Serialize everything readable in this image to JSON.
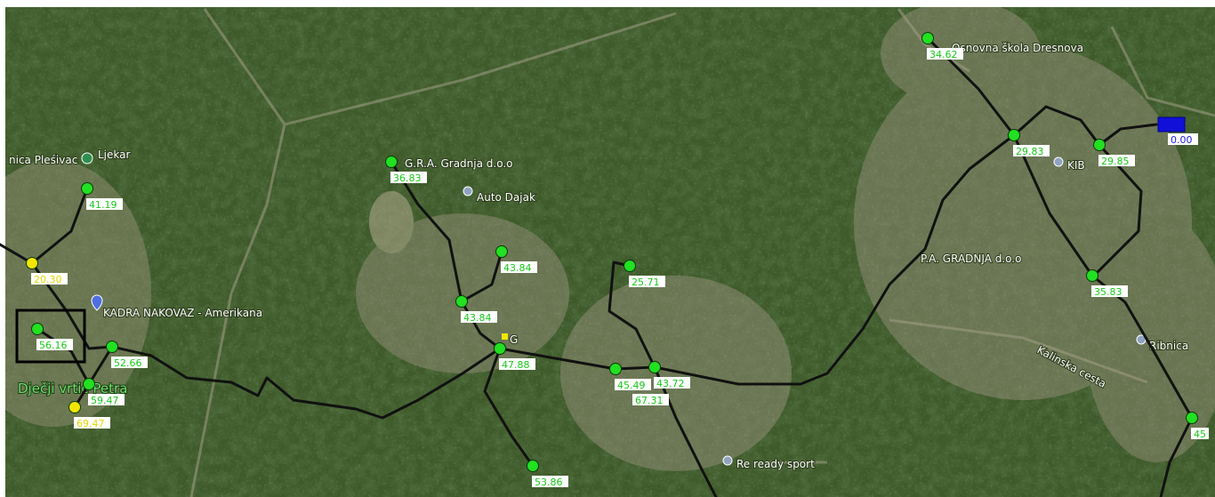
{
  "colors": {
    "node_normal": "#22e022",
    "node_warning": "#f2e600",
    "reservoir": "#1010d8",
    "pipe": "#111111",
    "label_green_text": "#18c818",
    "label_yellow_text": "#e2d600",
    "label_blue_text": "#2020e0"
  },
  "pois": [
    {
      "label": "nica Pleśivac"
    },
    {
      "label": "Ljekar"
    },
    {
      "label": "G.R.A. Gradnja d.o.o"
    },
    {
      "label": "Auto Dajak"
    },
    {
      "label": "Osnovna škola Dresnova"
    },
    {
      "label": "KIB"
    },
    {
      "label": "P.A. GRADNJA d.o.o"
    },
    {
      "label": "KADRA NAKOVAZ - Amerikana"
    },
    {
      "label": "Kalinska cesta"
    },
    {
      "label": "Ribnica"
    },
    {
      "label": "Re ready sport"
    }
  ],
  "place_label": "Dječji vrtić Petra",
  "nodes": [
    {
      "id": "n1",
      "value": "34.62",
      "status": "normal"
    },
    {
      "id": "n2",
      "value": "29.83",
      "status": "normal"
    },
    {
      "id": "n3",
      "value": "29.85",
      "status": "normal"
    },
    {
      "id": "n4",
      "value": "0.00",
      "status": "reservoir"
    },
    {
      "id": "n5",
      "value": "35.83",
      "status": "normal"
    },
    {
      "id": "n6",
      "value": "41.19",
      "status": "normal"
    },
    {
      "id": "n7",
      "value": "20.30",
      "status": "warning"
    },
    {
      "id": "n8",
      "value": "56.16",
      "status": "normal"
    },
    {
      "id": "n9",
      "value": "52.66",
      "status": "normal"
    },
    {
      "id": "n10",
      "value": "59.47",
      "status": "normal"
    },
    {
      "id": "n11",
      "value": "69.47",
      "status": "warning"
    },
    {
      "id": "n12",
      "value": "36.83",
      "status": "normal"
    },
    {
      "id": "n13",
      "value": "43.84",
      "status": "normal"
    },
    {
      "id": "n14",
      "value": "43.84",
      "status": "normal"
    },
    {
      "id": "n15",
      "value": "47.88",
      "status": "normal"
    },
    {
      "id": "n16",
      "value": "25.71",
      "status": "normal"
    },
    {
      "id": "n17",
      "value": "45.49",
      "status": "normal"
    },
    {
      "id": "n18",
      "value": "43.72",
      "status": "normal"
    },
    {
      "id": "n19",
      "value": "67.31",
      "status": "normal"
    },
    {
      "id": "n20",
      "value": "53.86",
      "status": "normal"
    },
    {
      "id": "n21",
      "value": "45",
      "status": "normal"
    }
  ],
  "marker": {
    "label": "G"
  }
}
